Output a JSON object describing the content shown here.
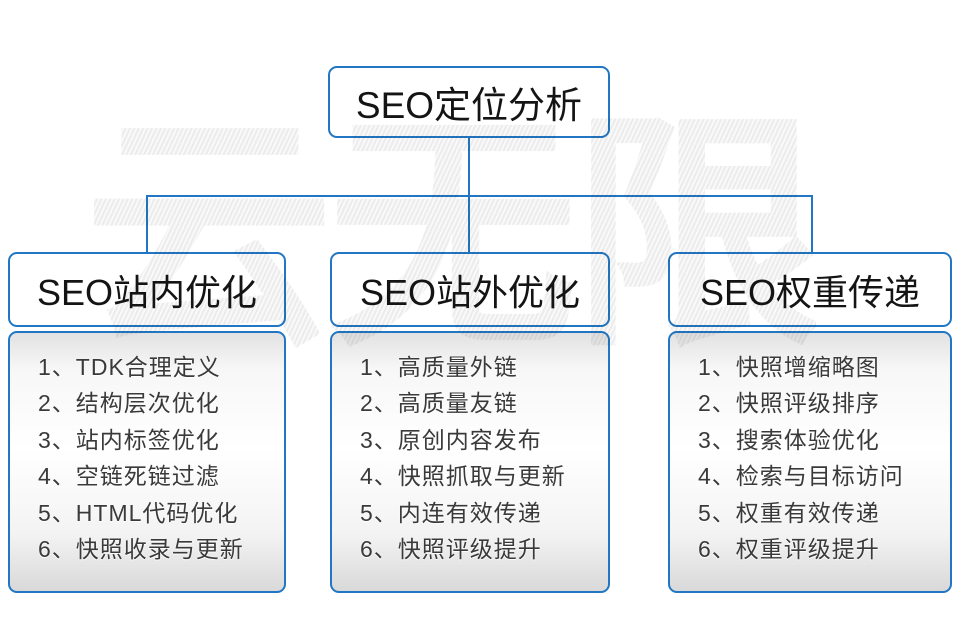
{
  "colors": {
    "line_blue": "#2277c4",
    "box_background": "#ffffff",
    "list_gradient_gray": "#dcdcdc",
    "text_dark": "#3a3a3a",
    "watermark_gray": "#e6e6e6"
  },
  "watermark": {
    "text": "云无限"
  },
  "root": {
    "title": "SEO定位分析"
  },
  "columns": [
    {
      "title": "SEO站内优化",
      "items": [
        "1、TDK合理定义",
        "2、结构层次优化",
        "3、站内标签优化",
        "4、空链死链过滤",
        "5、HTML代码优化",
        "6、快照收录与更新"
      ]
    },
    {
      "title": "SEO站外优化",
      "items": [
        "1、高质量外链",
        "2、高质量友链",
        "3、原创内容发布",
        "4、快照抓取与更新",
        "5、内连有效传递",
        "6、快照评级提升"
      ]
    },
    {
      "title": "SEO权重传递",
      "items": [
        "1、快照增缩略图",
        "2、快照评级排序",
        "3、搜索体验优化",
        "4、检索与目标访问",
        "5、权重有效传递",
        "6、权重评级提升"
      ]
    }
  ]
}
